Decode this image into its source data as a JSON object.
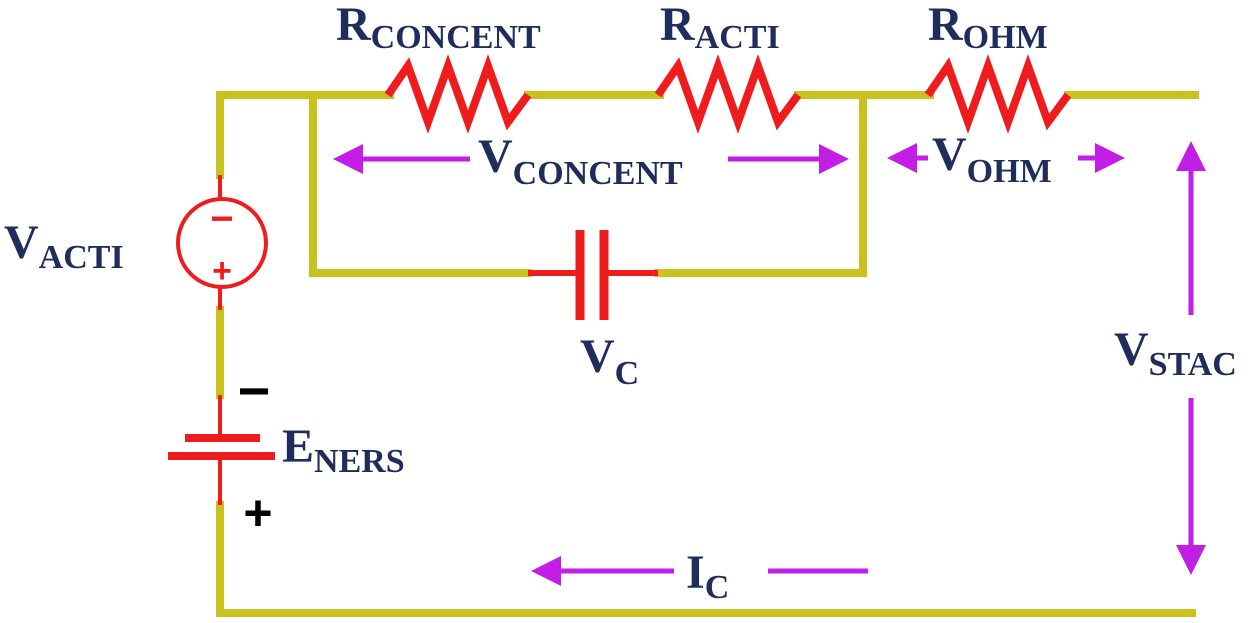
{
  "colors": {
    "wire": "#c9c21e",
    "component": "#ee1c1c",
    "arrow": "#c21ee6",
    "label": "#1f2d5c",
    "battery_sign": "#000000",
    "background": "#ffffff"
  },
  "labels": {
    "r_concent": {
      "main": "R",
      "sub": "CONCENT"
    },
    "r_acti": {
      "main": "R",
      "sub": "ACTI"
    },
    "r_ohm": {
      "main": "R",
      "sub": "OHM"
    },
    "v_concent": {
      "main": "V",
      "sub": "CONCENT"
    },
    "v_ohm": {
      "main": "V",
      "sub": "OHM"
    },
    "v_acti": {
      "main": "V",
      "sub": "ACTI"
    },
    "v_c": {
      "main": "V",
      "sub": "C"
    },
    "v_stac": {
      "main": "V",
      "sub": "STAC"
    },
    "e_ners": {
      "main": "E",
      "sub": "NERS"
    },
    "i_c": {
      "main": "I",
      "sub": "C"
    }
  },
  "source_signs": {
    "minus": "−",
    "plus": "+"
  },
  "battery_signs": {
    "minus": "−",
    "plus": "+"
  }
}
